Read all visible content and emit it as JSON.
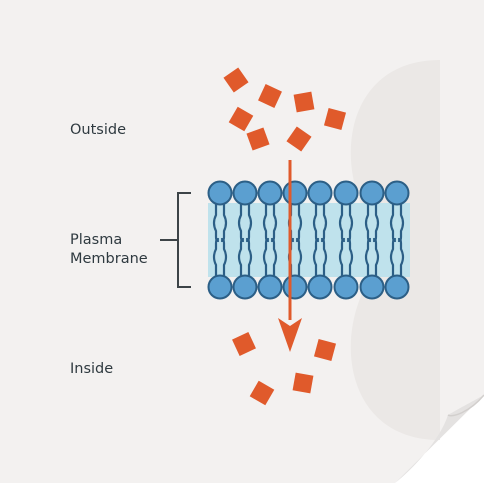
{
  "labels": {
    "outside": "Outside",
    "plasma_line1": "Plasma",
    "plasma_line2": "Membrane",
    "inside": "Inside"
  },
  "colors": {
    "background": "#f3f1f0",
    "particle": "#e05a2b",
    "arrow": "#e05a2b",
    "lipid_head": "#5b9fd0",
    "lipid_head_stroke": "#2c5f86",
    "lipid_tail": "#2c5f86",
    "membrane_core": "#bfe2ec",
    "bracket": "#3c4347",
    "text": "#2f3a40"
  },
  "icons": {
    "particle": "square-particle-icon",
    "arrow": "arrow-down-icon",
    "page_curl": "page-curl-icon"
  }
}
